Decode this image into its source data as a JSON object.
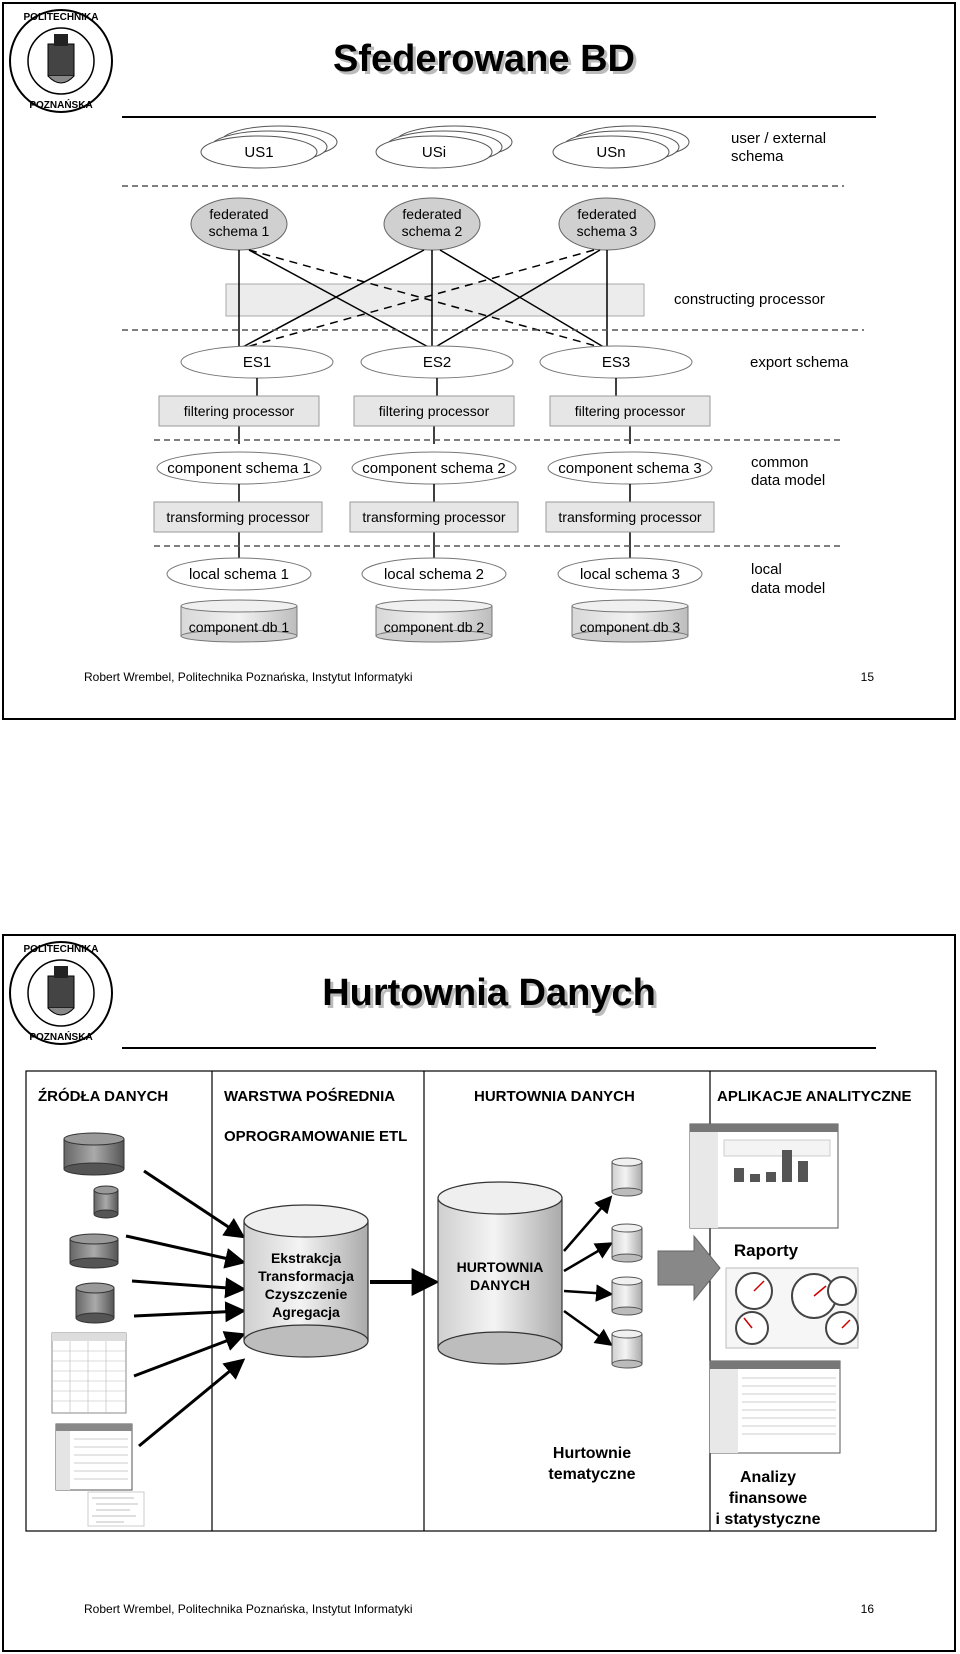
{
  "logo": {
    "arc_top": "POLITECHNIKA",
    "arc_bottom": "POZNAŃSKA"
  },
  "slide1": {
    "title": "Sfederowane BD",
    "user_schemas": [
      "US1",
      "USi",
      "USn"
    ],
    "user_layer_label": [
      "user / external",
      "schema"
    ],
    "federated_schemas": [
      [
        "federated",
        "schema 1"
      ],
      [
        "federated",
        "schema 2"
      ],
      [
        "federated",
        "schema 3"
      ]
    ],
    "constructing_label": "constructing processor",
    "export_schemas": [
      "ES1",
      "ES2",
      "ES3"
    ],
    "export_label": "export schema",
    "filtering": [
      "filtering processor",
      "filtering processor",
      "filtering processor"
    ],
    "component_schemas": [
      "component schema 1",
      "component schema 2",
      "component schema 3"
    ],
    "common_label": [
      "common",
      "data model"
    ],
    "transforming": [
      "transforming processor",
      "transforming processor",
      "transforming processor"
    ],
    "local_schemas": [
      "local schema 1",
      "local schema 2",
      "local schema 3"
    ],
    "local_label": [
      "local",
      "data model"
    ],
    "component_dbs": [
      "component db 1",
      "component db 2",
      "component db 3"
    ],
    "footer": "Robert Wrembel, Politechnika Poznańska, Instytut Informatyki",
    "page": "15"
  },
  "slide2": {
    "title": "Hurtownia Danych",
    "columns": [
      "ŹRÓDŁA DANYCH",
      "WARSTWA POŚREDNIA",
      "HURTOWNIA DANYCH",
      "APLIKACJE ANALITYCZNE"
    ],
    "etl_label": "OPROGRAMOWANIE ETL",
    "etl_box": [
      "Ekstrakcja",
      "Transformacja",
      "Czyszczenie",
      "Agregacja"
    ],
    "dw_box": [
      "HURTOWNIA",
      "DANYCH"
    ],
    "marts_label": [
      "Hurtownie",
      "tematyczne"
    ],
    "reports_label": "Raporty",
    "analysis_label": [
      "Analizy",
      "finansowe",
      "i statystyczne"
    ],
    "footer": "Robert Wrembel, Politechnika Poznańska, Instytut Informatyki",
    "page": "16"
  }
}
